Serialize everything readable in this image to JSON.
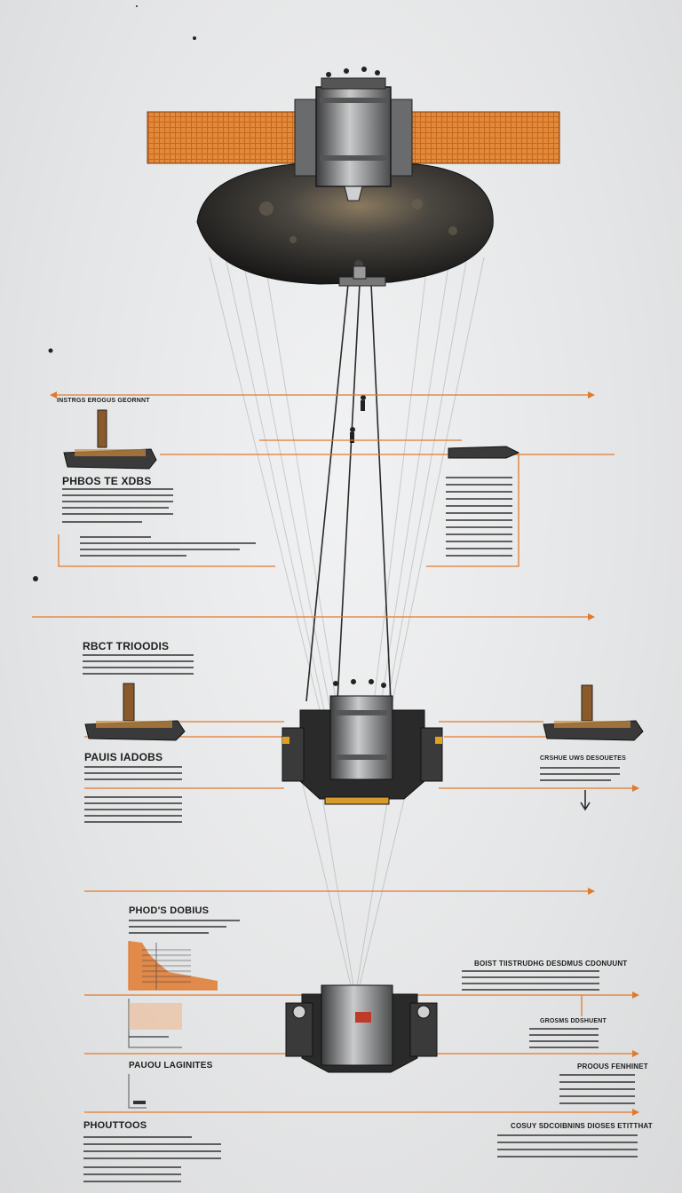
{
  "labels": {
    "top_small": "INSTRGS EROGUS GEORNNT",
    "left_title_1": "PHBOS TE XDBS",
    "left_title_2": "RBCT TRIOODIS",
    "left_title_3": "PAUIS IADOBS",
    "right_title_1": "CRSHUE UWS DESOUETES",
    "lower_title_1": "PHOD'S DOBIUS",
    "lower_right_title": "BOIST TIISTRUDHG DESDMUS CDONUUNT",
    "lower_right_sub": "GROSMS DDSHUENT",
    "lower_left_title": "PAUOU LAGINITES",
    "lower_right_title_2": "PROOUS FENHINET",
    "bottom_left_title": "PHOUTTOOS",
    "bottom_right_title": "COSUY SDCOIBNINS DIOSES ETITTHAT"
  },
  "colors": {
    "accent": "#e07a2f",
    "hull": "#8a8c8e",
    "dark": "#1f1f1f",
    "planet": "#2b2b2b"
  }
}
